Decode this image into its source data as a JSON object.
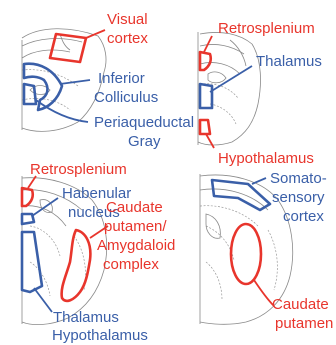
{
  "colors": {
    "red": "#e8352c",
    "blue": "#3a5fa8",
    "outline": "#8a8a8a"
  },
  "panels": {
    "top_left": {
      "visual_cortex": [
        "Visual",
        "cortex"
      ],
      "inferior_colliculus": [
        "Inferior",
        "Colliculus"
      ],
      "periaqueductal_gray": [
        "Periaqueductal",
        "Gray"
      ]
    },
    "top_right": {
      "retrosplenium": "Retrosplenium",
      "thalamus": "Thalamus",
      "hypothalamus": "Hypothalamus"
    },
    "bottom_left": {
      "retrosplenium": "Retrosplenium",
      "habenular_nucleus": [
        "Habenular",
        "nucleus"
      ],
      "caudate_putamen_amygdaloid": [
        "Caudate",
        "putamen/",
        "Amygdaloid",
        "complex"
      ],
      "thalamus": "Thalamus",
      "hypothalamus": "Hypothalamus"
    },
    "bottom_right": {
      "somatosensory_cortex": [
        "Somato-",
        "sensory",
        "cortex"
      ],
      "caudate_putamen": [
        "Caudate",
        "putamen"
      ]
    }
  }
}
